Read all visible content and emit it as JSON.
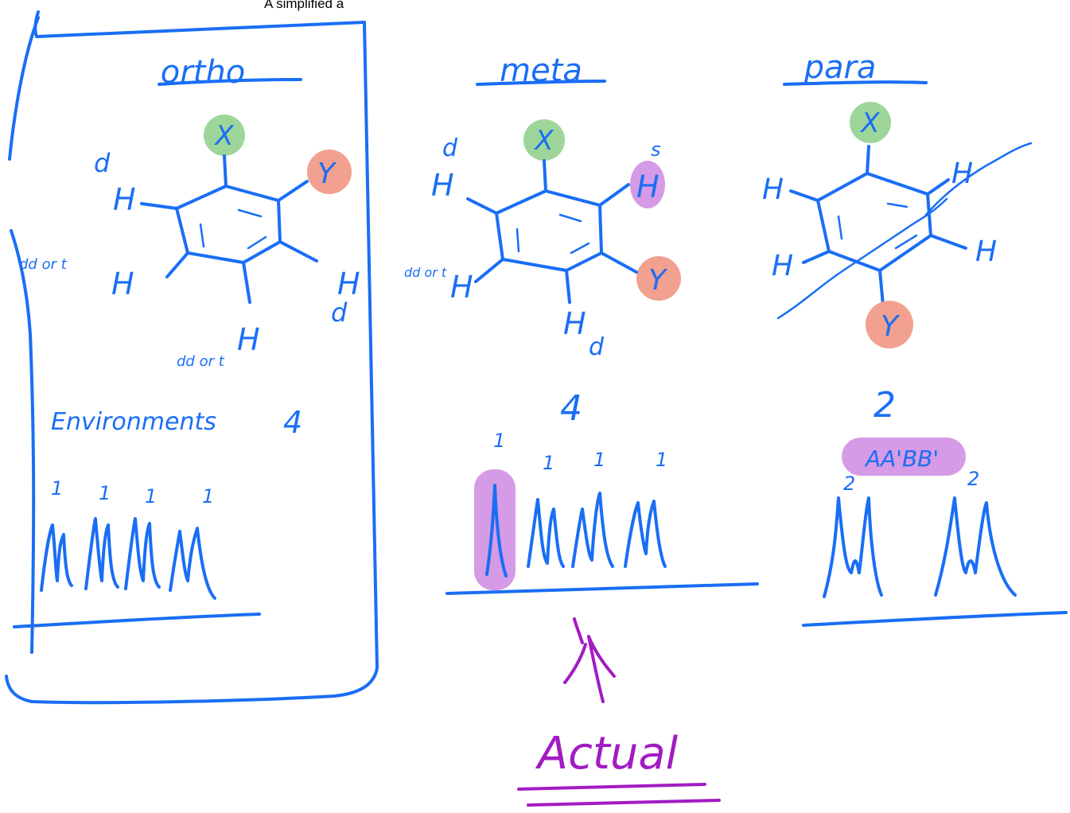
{
  "header": {
    "text": "A simplified a"
  },
  "colors": {
    "ink": "#1a6ef5",
    "green_highlight": "#9ed69a",
    "red_highlight": "#f2a08f",
    "purple_highlight": "#d59be6",
    "arrow": "#a21cc2"
  },
  "panels": {
    "ortho": {
      "title": "ortho",
      "substituent_x": "X",
      "substituent_y": "Y",
      "h_left_top": "H",
      "h_left_top_mult": "d",
      "h_left_bottom": "H",
      "h_left_bottom_mult": "dd or t",
      "h_right": "H",
      "h_right_mult": "d",
      "h_bottom": "H",
      "h_bottom_mult": "dd or t",
      "environments_label": "Environments",
      "environments_count": "4",
      "peak_heights": [
        "1",
        "1",
        "1",
        "1"
      ]
    },
    "meta": {
      "title": "meta",
      "substituent_x": "X",
      "substituent_y": "Y",
      "h_left_top": "H",
      "h_left_top_mult": "d",
      "h_right_top": "H",
      "h_right_top_mult": "s",
      "h_left_bottom": "H",
      "h_left_bottom_mult": "dd or t",
      "h_bottom": "H",
      "h_bottom_mult": "d",
      "environments_count": "4",
      "peak_heights": [
        "1",
        "1",
        "1",
        "1"
      ]
    },
    "para": {
      "title": "para",
      "substituent_x": "X",
      "substituent_y": "Y",
      "h_left_top": "H",
      "h_right_top": "H",
      "h_left_bottom": "H",
      "h_right_bottom": "H",
      "environments_count": "2",
      "spin_system": "AA'BB'",
      "peak_heights": [
        "2",
        "2"
      ]
    }
  },
  "annotation": {
    "label": "Actual"
  }
}
